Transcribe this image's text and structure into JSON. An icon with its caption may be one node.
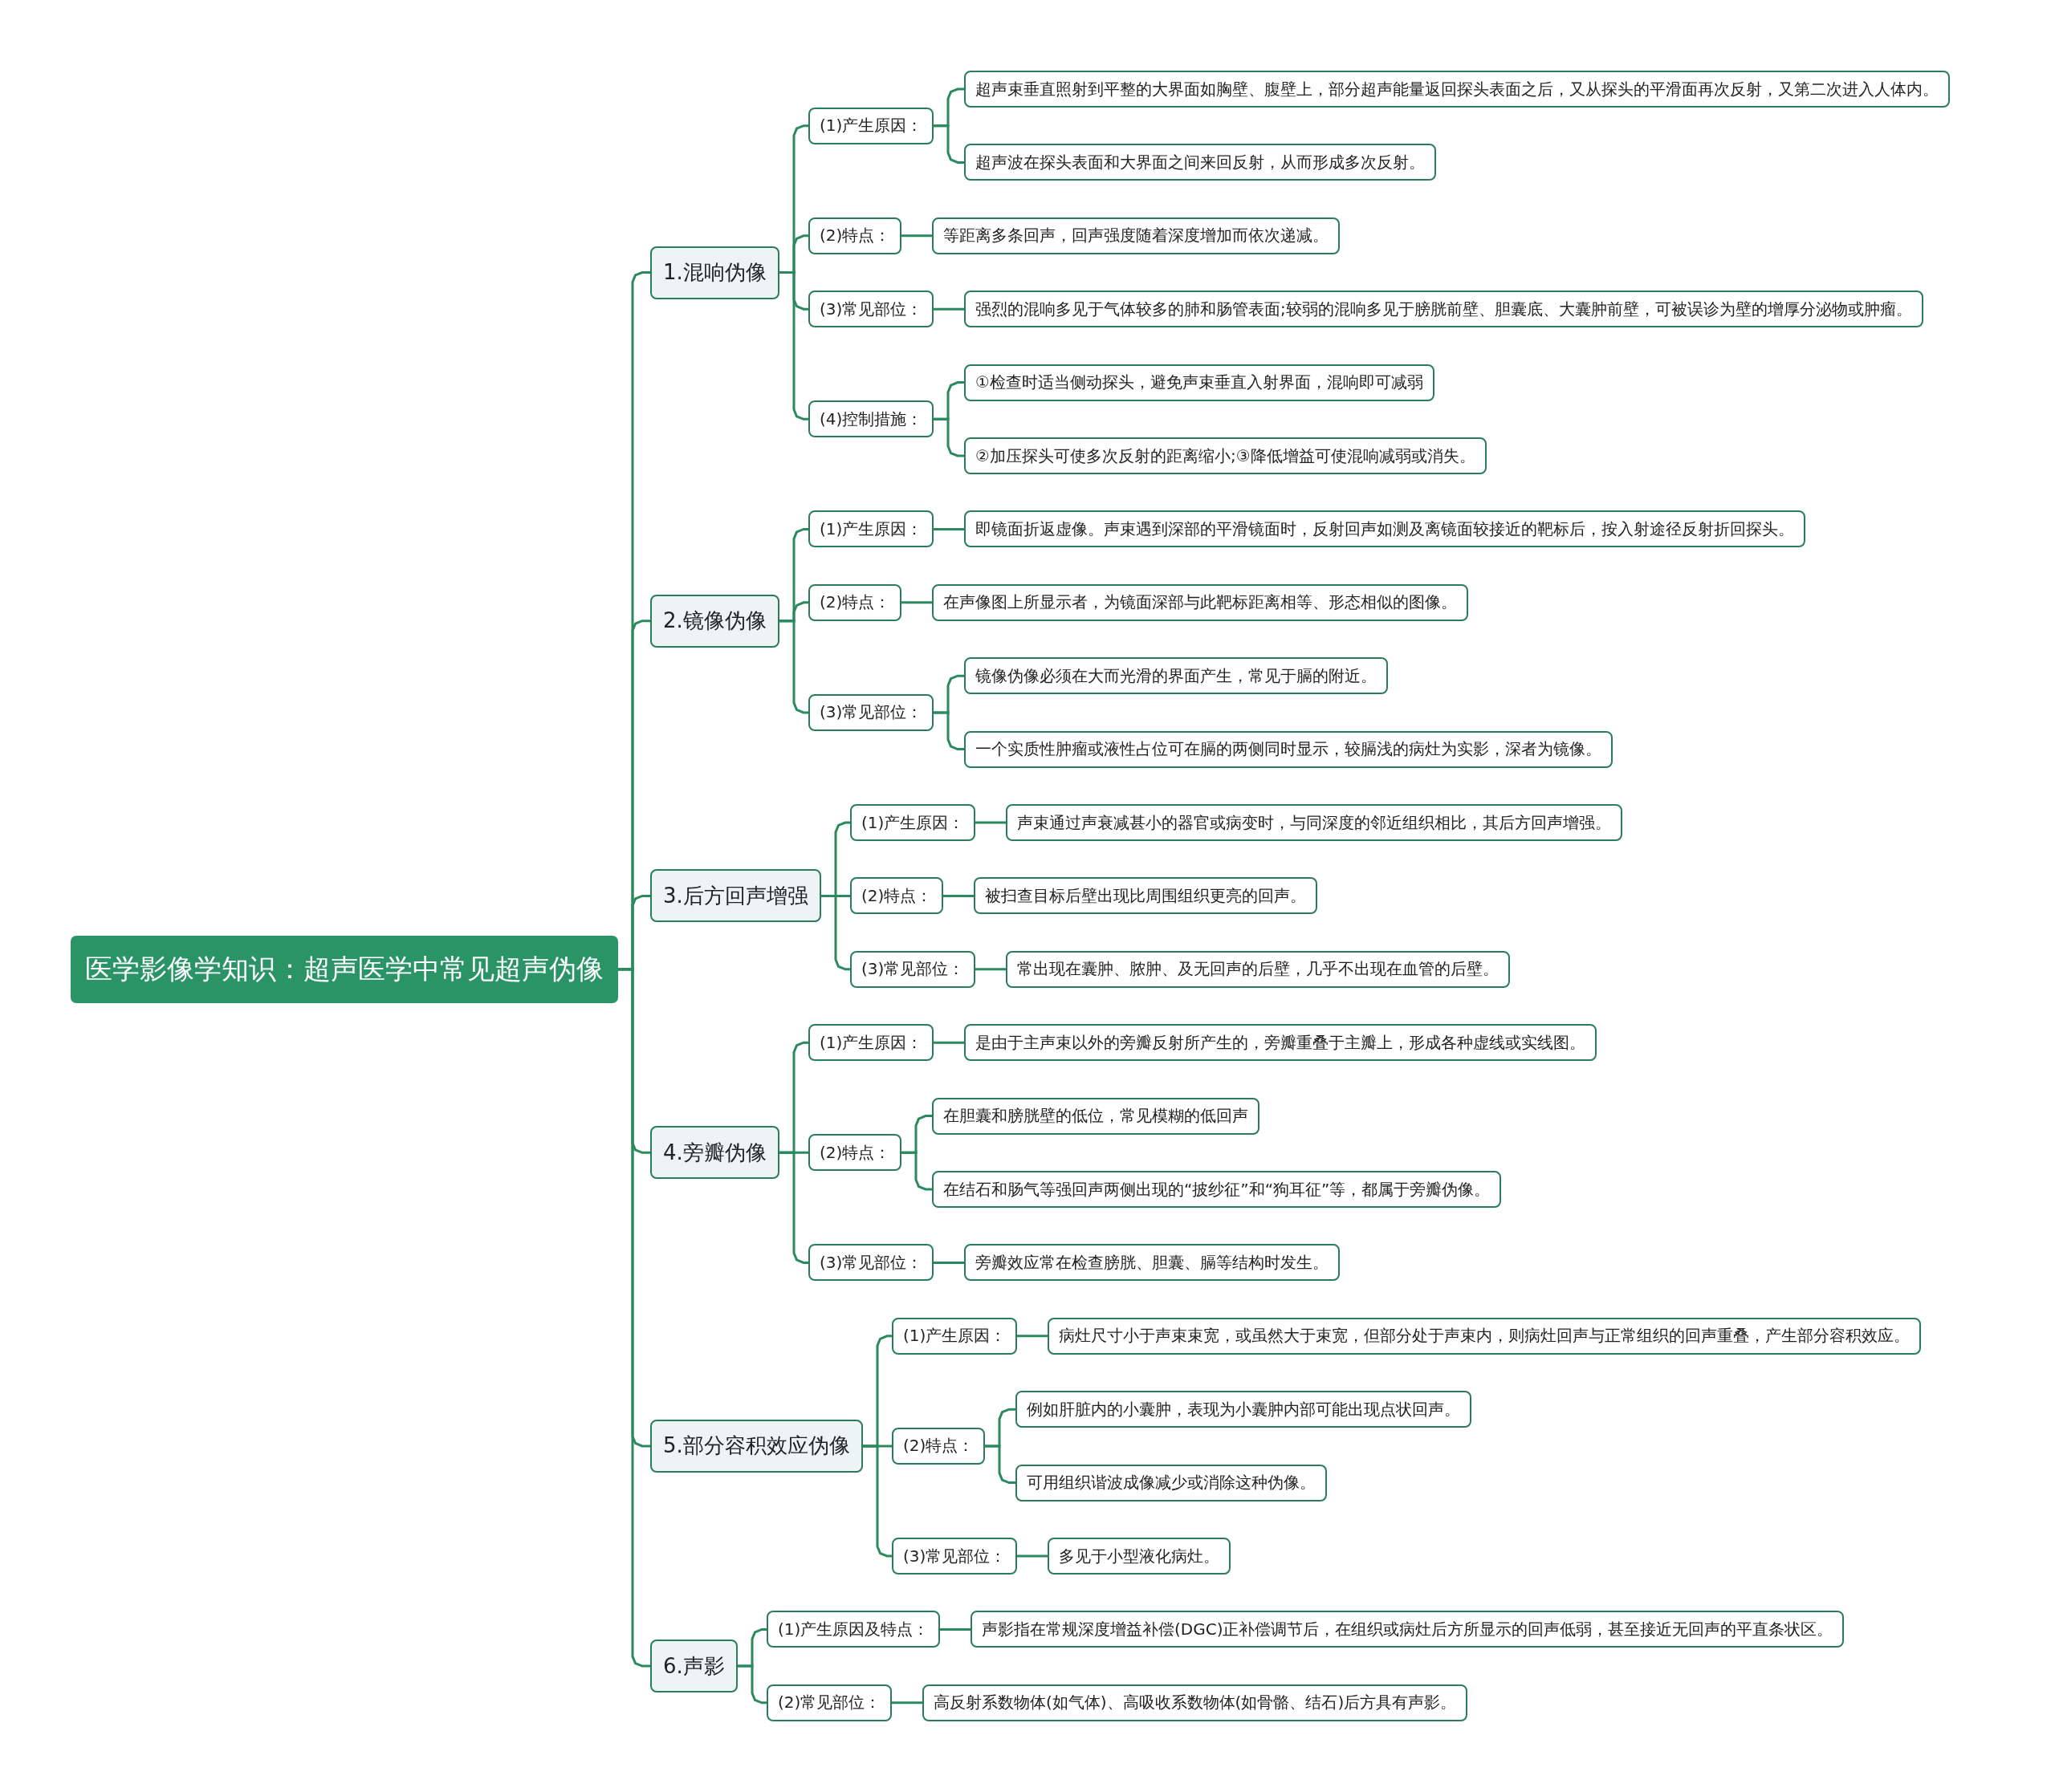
{
  "diagram": {
    "nodes": [
      {
        "text": [
          "医学影像学知识：超声医学中常见超声伪像"
        ]
      },
      {
        "text": [
          "1.混响伪像"
        ]
      },
      {
        "text": [
          "(1)产生原因："
        ]
      },
      {
        "text": [
          "超声束垂直照射到平整的大界面如胸壁、腹壁上，部分超声能量返回探头表面之后，又从探头的平滑面再次反射，又第二次进入人体内。"
        ]
      },
      {
        "text": [
          "超声波在探头表面和大界面之间来回反射，从而形成多次反射。"
        ]
      },
      {
        "text": [
          "(2)特点："
        ]
      },
      {
        "text": [
          "等距离多条回声，回声强度随着深度增加而依次递减。"
        ]
      },
      {
        "text": [
          "(3)常见部位："
        ]
      },
      {
        "text": [
          "强烈的混响多见于气体较多的肺和肠管表面;较弱的混响多见于膀胱前壁、胆囊底、大囊肿前壁，可被误诊为壁的增厚分泌物或肿瘤。"
        ]
      },
      {
        "text": [
          "(4)控制措施："
        ]
      },
      {
        "text": [
          "①检查时适当侧动探头，避免声束垂直入射界面，混响即可减弱"
        ]
      },
      {
        "text": [
          "②加压探头可使多次反射的距离缩小;③降低增益可使混响减弱或消失。"
        ]
      },
      {
        "text": [
          "2.镜像伪像"
        ]
      },
      {
        "text": [
          "(1)产生原因："
        ]
      },
      {
        "text": [
          "即镜面折返虚像。声束遇到深部的平滑镜面时，反射回声如测及离镜面较接近的靶标后，按入射途径反射折回探头。"
        ]
      },
      {
        "text": [
          "(2)特点："
        ]
      },
      {
        "text": [
          "在声像图上所显示者，为镜面深部与此靶标距离相等、形态相似的图像。"
        ]
      },
      {
        "text": [
          "(3)常见部位："
        ]
      },
      {
        "text": [
          "镜像伪像必须在大而光滑的界面产生，常见于膈的附近。"
        ]
      },
      {
        "text": [
          "一个实质性肿瘤或液性占位可在膈的两侧同时显示，较膈浅的病灶为实影，深者为镜像。"
        ]
      },
      {
        "text": [
          "3.后方回声增强"
        ]
      },
      {
        "text": [
          "(1)产生原因："
        ]
      },
      {
        "text": [
          "声束通过声衰减甚小的器官或病变时，与同深度的邻近组织相比，其后方回声增强。"
        ]
      },
      {
        "text": [
          "(2)特点："
        ]
      },
      {
        "text": [
          "被扫查目标后壁出现比周围组织更亮的回声。"
        ]
      },
      {
        "text": [
          "(3)常见部位："
        ]
      },
      {
        "text": [
          "常出现在囊肿、脓肿、及无回声的后壁，几乎不出现在血管的后壁。"
        ]
      },
      {
        "text": [
          "4.旁瓣伪像"
        ]
      },
      {
        "text": [
          "(1)产生原因："
        ]
      },
      {
        "text": [
          "是由于主声束以外的旁瓣反射所产生的，旁瓣重叠于主瓣上，形成各种虚线或实线图。"
        ]
      },
      {
        "text": [
          "(2)特点："
        ]
      },
      {
        "text": [
          "在胆囊和膀胱壁的低位，常见模糊的低回声"
        ]
      },
      {
        "text": [
          "在结石和肠气等强回声两侧出现的“披纱征”和“狗耳征”等，都属于旁瓣伪像。"
        ]
      },
      {
        "text": [
          "(3)常见部位："
        ]
      },
      {
        "text": [
          "旁瓣效应常在检查膀胱、胆囊、膈等结构时发生。"
        ]
      },
      {
        "text": [
          "5.部分容积效应伪像"
        ]
      },
      {
        "text": [
          "(1)产生原因："
        ]
      },
      {
        "text": [
          "病灶尺寸小于声束束宽，或虽然大于束宽，但部分处于声束内，则病灶回声与正常组织的回声重叠，产生部分容积效应。"
        ]
      },
      {
        "text": [
          "(2)特点："
        ]
      },
      {
        "text": [
          "例如肝脏内的小囊肿，表现为小囊肿内部可能出现点状回声。"
        ]
      },
      {
        "text": [
          "可用组织谐波成像减少或消除这种伪像。"
        ]
      },
      {
        "text": [
          "(3)常见部位："
        ]
      },
      {
        "text": [
          "多见于小型液化病灶。"
        ]
      },
      {
        "text": [
          "6.声影"
        ]
      },
      {
        "text": [
          "(1)产生原因及特点："
        ]
      },
      {
        "text": [
          "声影指在常规深度增益补偿(DGC)正补偿调节后，在组织或病灶后方所显示的回声低弱，甚至接近无回声的平直条状区。"
        ]
      },
      {
        "text": [
          "(2)常见部位："
        ]
      },
      {
        "text": [
          "高反射系数物体(如气体)、高吸收系数物体(如骨骼、结石)后方具有声影。"
        ]
      }
    ],
    "edges": [
      {
        "from": 0,
        "to": 1,
        "arrow": "none"
      },
      {
        "from": 1,
        "to": 2,
        "arrow": "none"
      },
      {
        "from": 2,
        "to": 3,
        "arrow": "none"
      },
      {
        "from": 2,
        "to": 4,
        "arrow": "none"
      },
      {
        "from": 1,
        "to": 5,
        "arrow": "none"
      },
      {
        "from": 5,
        "to": 6,
        "arrow": "none"
      },
      {
        "from": 1,
        "to": 7,
        "arrow": "none"
      },
      {
        "from": 7,
        "to": 8,
        "arrow": "none"
      },
      {
        "from": 1,
        "to": 9,
        "arrow": "none"
      },
      {
        "from": 9,
        "to": 10,
        "arrow": "none"
      },
      {
        "from": 9,
        "to": 11,
        "arrow": "none"
      },
      {
        "from": 0,
        "to": 12,
        "arrow": "none"
      },
      {
        "from": 12,
        "to": 13,
        "arrow": "none"
      },
      {
        "from": 13,
        "to": 14,
        "arrow": "none"
      },
      {
        "from": 12,
        "to": 15,
        "arrow": "none"
      },
      {
        "from": 15,
        "to": 16,
        "arrow": "none"
      },
      {
        "from": 12,
        "to": 17,
        "arrow": "none"
      },
      {
        "from": 17,
        "to": 18,
        "arrow": "none"
      },
      {
        "from": 17,
        "to": 19,
        "arrow": "none"
      },
      {
        "from": 0,
        "to": 20,
        "arrow": "none"
      },
      {
        "from": 20,
        "to": 21,
        "arrow": "none"
      },
      {
        "from": 21,
        "to": 22,
        "arrow": "none"
      },
      {
        "from": 20,
        "to": 23,
        "arrow": "none"
      },
      {
        "from": 23,
        "to": 24,
        "arrow": "none"
      },
      {
        "from": 20,
        "to": 25,
        "arrow": "none"
      },
      {
        "from": 25,
        "to": 26,
        "arrow": "none"
      },
      {
        "from": 0,
        "to": 27,
        "arrow": "none"
      },
      {
        "from": 27,
        "to": 28,
        "arrow": "none"
      },
      {
        "from": 28,
        "to": 29,
        "arrow": "none"
      },
      {
        "from": 27,
        "to": 30,
        "arrow": "none"
      },
      {
        "from": 30,
        "to": 31,
        "arrow": "none"
      },
      {
        "from": 30,
        "to": 32,
        "arrow": "none"
      },
      {
        "from": 27,
        "to": 33,
        "arrow": "none"
      },
      {
        "from": 33,
        "to": 34,
        "arrow": "none"
      },
      {
        "from": 0,
        "to": 35,
        "arrow": "none"
      },
      {
        "from": 35,
        "to": 36,
        "arrow": "none"
      },
      {
        "from": 36,
        "to": 37,
        "arrow": "none"
      },
      {
        "from": 35,
        "to": 38,
        "arrow": "none"
      },
      {
        "from": 38,
        "to": 39,
        "arrow": "none"
      },
      {
        "from": 38,
        "to": 40,
        "arrow": "none"
      },
      {
        "from": 35,
        "to": 41,
        "arrow": "none"
      },
      {
        "from": 41,
        "to": 42,
        "arrow": "none"
      },
      {
        "from": 0,
        "to": 43,
        "arrow": "none"
      },
      {
        "from": 43,
        "to": 44,
        "arrow": "none"
      },
      {
        "from": 44,
        "to": 45,
        "arrow": "none"
      },
      {
        "from": 43,
        "to": 46,
        "arrow": "none"
      },
      {
        "from": 46,
        "to": 47,
        "arrow": "none"
      }
    ]
  }
}
